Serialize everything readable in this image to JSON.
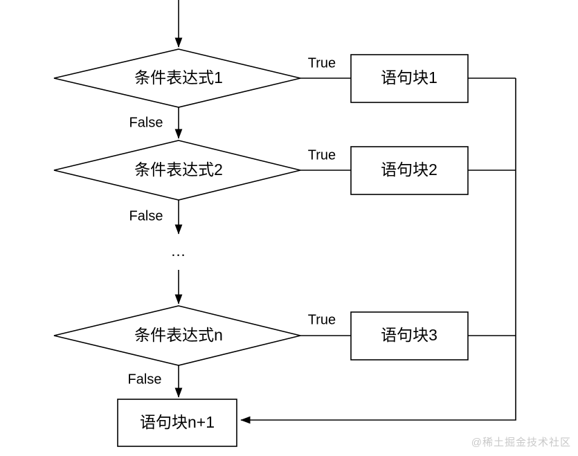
{
  "diagram": {
    "title": "if-elif-else flowchart",
    "background": "#ffffff",
    "stroke_color": "#000000",
    "nodes": {
      "decision1": "条件表达式1",
      "decision2": "条件表达式2",
      "decision3": "条件表达式n",
      "statement1": "语句块1",
      "statement2": "语句块2",
      "statement3": "语句块3",
      "statement_final": "语句块n+1",
      "ellipsis": "..."
    },
    "edges": {
      "true1": "True",
      "true2": "True",
      "true3": "True",
      "false1": "False",
      "false2": "False",
      "false3": "False"
    }
  },
  "watermark": {
    "text": "@稀土掘金技术社区",
    "color": "#c9c9c9"
  }
}
